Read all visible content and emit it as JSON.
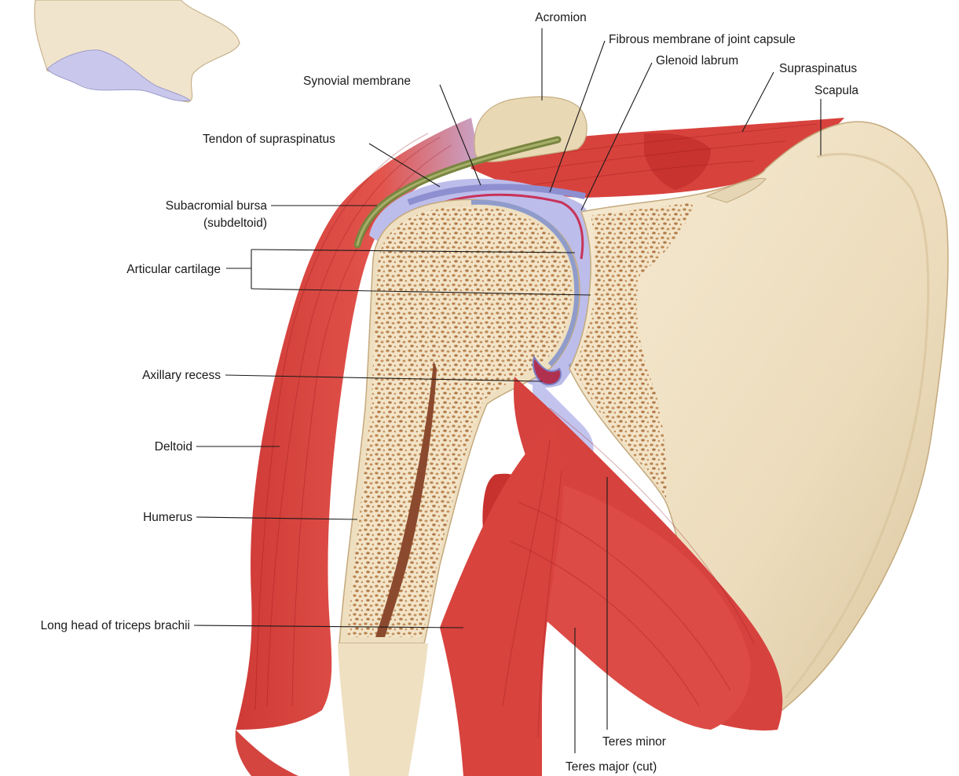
{
  "labels": {
    "acromion": "Acromion",
    "fibrous_membrane": "Fibrous membrane of joint capsule",
    "glenoid_labrum": "Glenoid labrum",
    "supraspinatus": "Supraspinatus",
    "scapula": "Scapula",
    "synovial_membrane": "Synovial membrane",
    "tendon_supraspinatus": "Tendon of supraspinatus",
    "subacromial_bursa": "Subacromial bursa",
    "subacromial_bursa_sub": "(subdeltoid)",
    "articular_cartilage": "Articular cartilage",
    "axillary_recess": "Axillary recess",
    "deltoid": "Deltoid",
    "humerus": "Humerus",
    "triceps_long_head": "Long head of triceps brachii",
    "teres_minor": "Teres minor",
    "teres_major": "Teres major (cut)"
  },
  "colors": {
    "muscle": "#d9443f",
    "muscle_dark": "#b82a2a",
    "bone": "#f0e2c4",
    "bone_shadow": "#d7c39c",
    "spongy_bone": "#c89a66",
    "capsule": "#b7b8e6",
    "cartilage": "#9aa6cf",
    "bursa": "#6e7a3a",
    "marrow": "#8b4a2e"
  }
}
